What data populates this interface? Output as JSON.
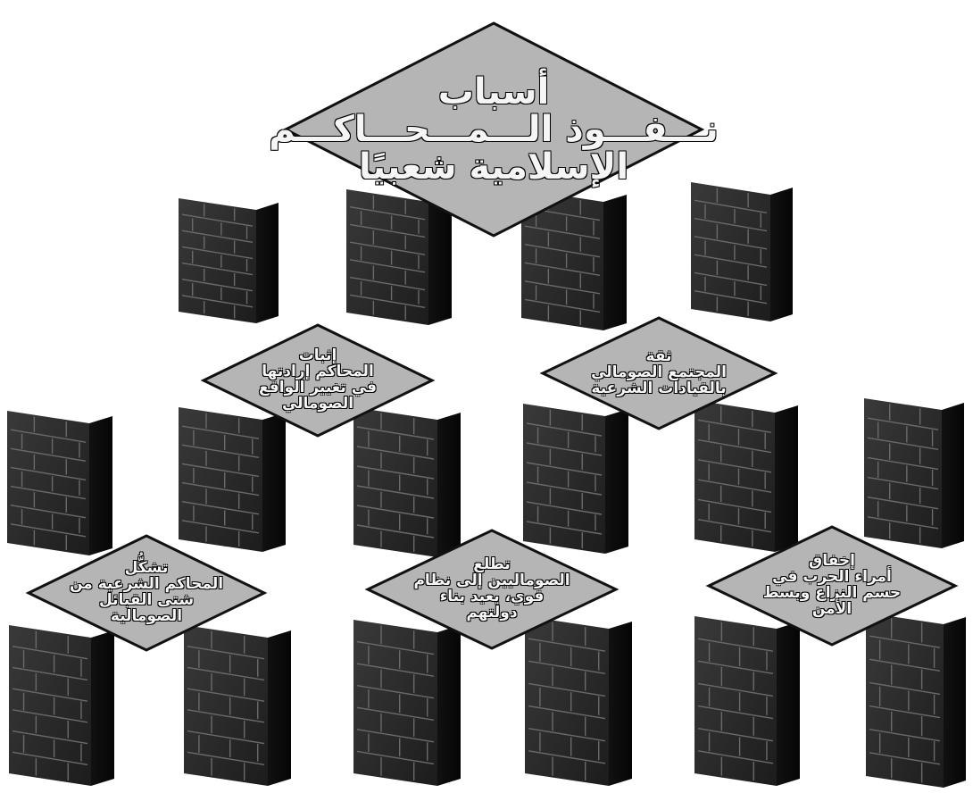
{
  "title": {
    "lines": [
      "أسباب",
      "نـــفـــوذ الـــمـــحـــاكـــم",
      "الإسلامية شعبيًا"
    ]
  },
  "causes": [
    {
      "id": "proving-will",
      "lines": [
        "إثبات",
        "المحاكم إرادتها",
        "في تغيير الواقع",
        "الصومالي"
      ]
    },
    {
      "id": "society-trust",
      "lines": [
        "ثقة",
        "المجتمع الصومالي",
        "بالقيادات الشرعية"
      ]
    },
    {
      "id": "tribal-makeup",
      "lines": [
        "تشكُّل",
        "المحاكم الشرعية من",
        "شتى القبائل",
        "الصومالية"
      ]
    },
    {
      "id": "aspiration",
      "lines": [
        "تطلع",
        "الصوماليين إلى نظام",
        "قوي، يعيد بناء",
        "دولتهم"
      ]
    },
    {
      "id": "warlords-failure",
      "lines": [
        "إخفاق",
        "أمراء الحرب في",
        "حسم النزاع وبسط",
        "الأمن"
      ]
    }
  ],
  "colors": {
    "diamond_fill": "#b5b5b5",
    "diamond_stroke": "#111111",
    "wall_dark": "#1c1c1c",
    "wall_mid": "#3a3a3a"
  }
}
